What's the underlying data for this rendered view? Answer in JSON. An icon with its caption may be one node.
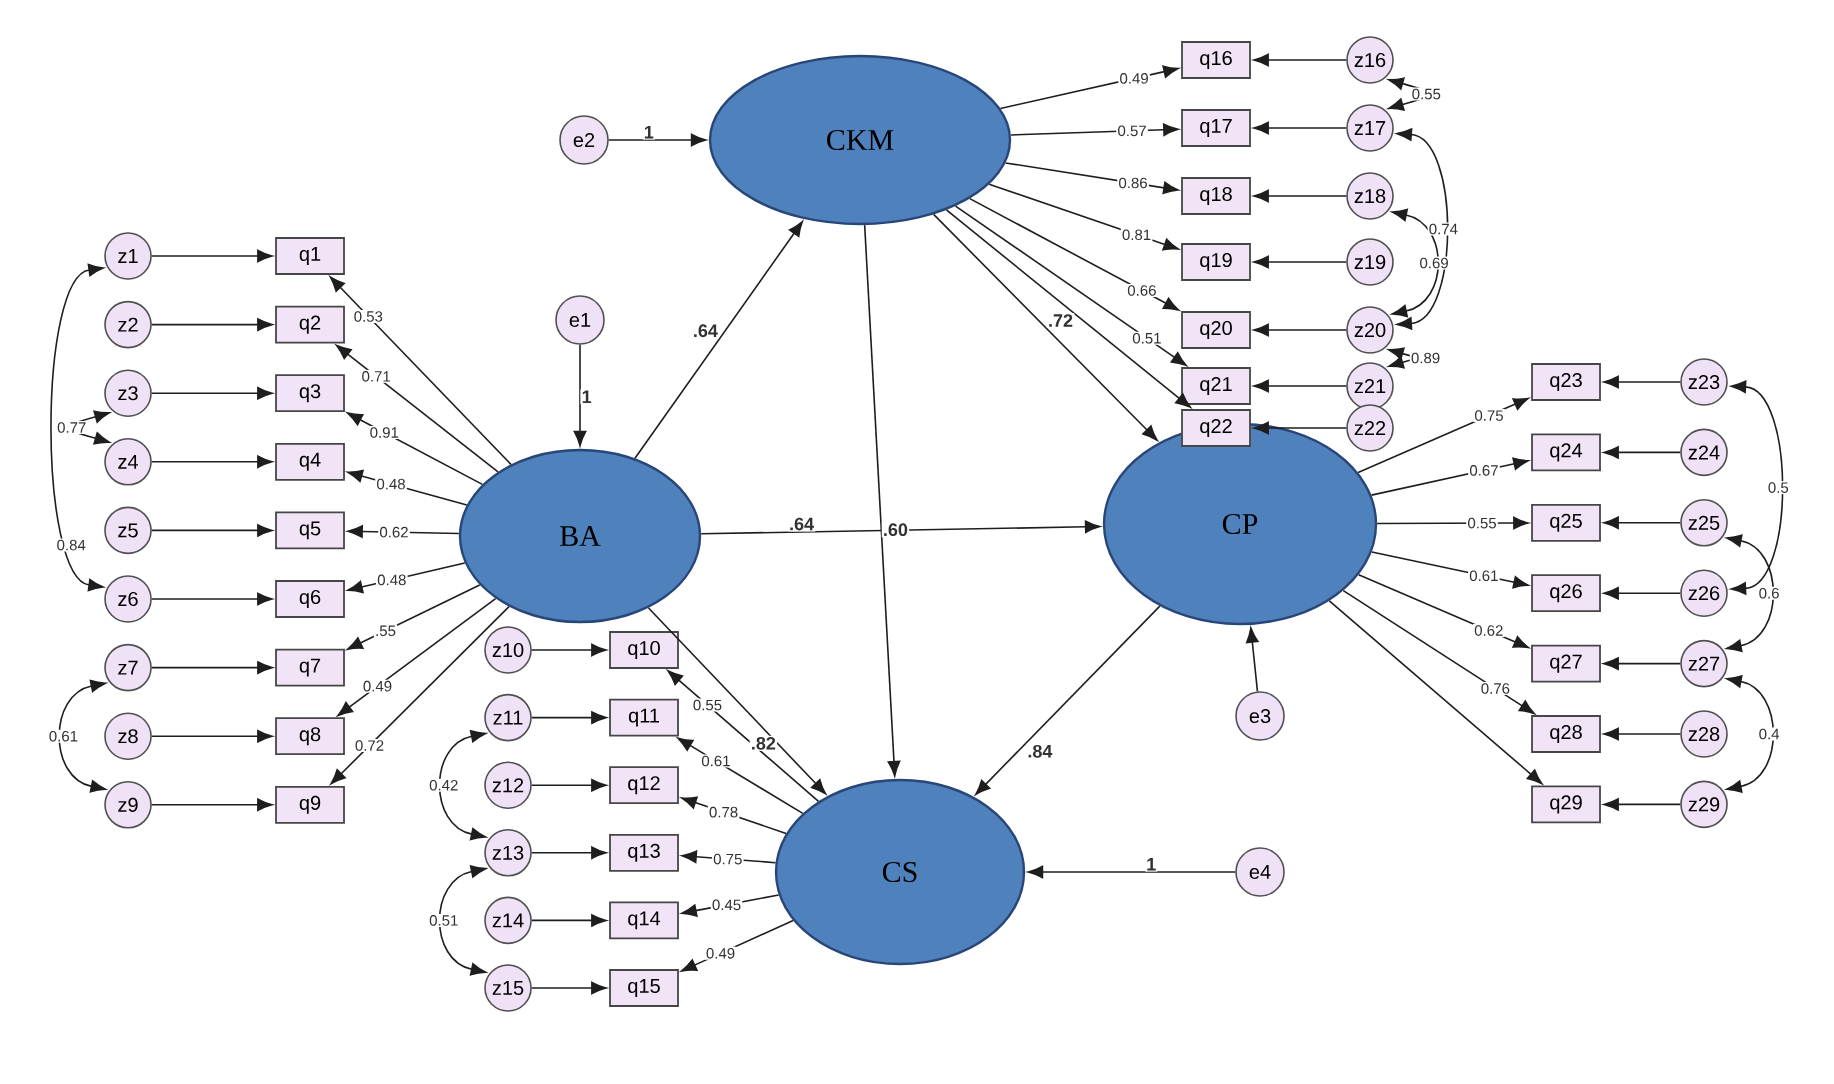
{
  "diagram": {
    "nodes": [
      {
        "text": [
          "CKM"
        ]
      },
      {
        "text": [
          "BA"
        ]
      },
      {
        "text": [
          "CP"
        ]
      },
      {
        "text": [
          "CS"
        ]
      },
      {
        "text": [
          "e1"
        ]
      },
      {
        "text": [
          "e2"
        ]
      },
      {
        "text": [
          "e3"
        ]
      },
      {
        "text": [
          "e4"
        ]
      },
      {
        "text": [
          "q1"
        ]
      },
      {
        "text": [
          "q2"
        ]
      },
      {
        "text": [
          "q3"
        ]
      },
      {
        "text": [
          "q4"
        ]
      },
      {
        "text": [
          "q5"
        ]
      },
      {
        "text": [
          "q6"
        ]
      },
      {
        "text": [
          "q7"
        ]
      },
      {
        "text": [
          "q8"
        ]
      },
      {
        "text": [
          "q9"
        ]
      },
      {
        "text": [
          "z1"
        ]
      },
      {
        "text": [
          "z2"
        ]
      },
      {
        "text": [
          "z3"
        ]
      },
      {
        "text": [
          "z4"
        ]
      },
      {
        "text": [
          "z5"
        ]
      },
      {
        "text": [
          "z6"
        ]
      },
      {
        "text": [
          "z7"
        ]
      },
      {
        "text": [
          "z8"
        ]
      },
      {
        "text": [
          "z9"
        ]
      },
      {
        "text": [
          "q10"
        ]
      },
      {
        "text": [
          "q11"
        ]
      },
      {
        "text": [
          "q12"
        ]
      },
      {
        "text": [
          "q13"
        ]
      },
      {
        "text": [
          "q14"
        ]
      },
      {
        "text": [
          "q15"
        ]
      },
      {
        "text": [
          "z10"
        ]
      },
      {
        "text": [
          "z11"
        ]
      },
      {
        "text": [
          "z12"
        ]
      },
      {
        "text": [
          "z13"
        ]
      },
      {
        "text": [
          "z14"
        ]
      },
      {
        "text": [
          "z15"
        ]
      },
      {
        "text": [
          "q16"
        ]
      },
      {
        "text": [
          "q17"
        ]
      },
      {
        "text": [
          "q18"
        ]
      },
      {
        "text": [
          "q19"
        ]
      },
      {
        "text": [
          "q20"
        ]
      },
      {
        "text": [
          "q21"
        ]
      },
      {
        "text": [
          "q22"
        ]
      },
      {
        "text": [
          "z16"
        ]
      },
      {
        "text": [
          "z17"
        ]
      },
      {
        "text": [
          "z18"
        ]
      },
      {
        "text": [
          "z19"
        ]
      },
      {
        "text": [
          "z20"
        ]
      },
      {
        "text": [
          "z21"
        ]
      },
      {
        "text": [
          "z22"
        ]
      },
      {
        "text": [
          "q23"
        ]
      },
      {
        "text": [
          "q24"
        ]
      },
      {
        "text": [
          "q25"
        ]
      },
      {
        "text": [
          "q26"
        ]
      },
      {
        "text": [
          "q27"
        ]
      },
      {
        "text": [
          "q28"
        ]
      },
      {
        "text": [
          "q29"
        ]
      },
      {
        "text": [
          "z23"
        ]
      },
      {
        "text": [
          "z24"
        ]
      },
      {
        "text": [
          "z25"
        ]
      },
      {
        "text": [
          "z26"
        ]
      },
      {
        "text": [
          "z27"
        ]
      },
      {
        "text": [
          "z28"
        ]
      },
      {
        "text": [
          "z29"
        ]
      }
    ],
    "edges": [
      {
        "from": 1,
        "to": 0,
        "arrow": "to",
        "label": ".64"
      },
      {
        "from": 1,
        "to": 2,
        "arrow": "to",
        "label": ".64"
      },
      {
        "from": 0,
        "to": 2,
        "arrow": "to",
        "label": ".72"
      },
      {
        "from": 0,
        "to": 3,
        "arrow": "to",
        "label": ".60"
      },
      {
        "from": 1,
        "to": 3,
        "arrow": "to",
        "label": ".82"
      },
      {
        "from": 2,
        "to": 3,
        "arrow": "to",
        "label": ".84"
      },
      {
        "from": 5,
        "to": 0,
        "arrow": "to",
        "label": "1"
      },
      {
        "from": 4,
        "to": 1,
        "arrow": "to",
        "label": "1"
      },
      {
        "from": 6,
        "to": 2,
        "arrow": "to"
      },
      {
        "from": 7,
        "to": 3,
        "arrow": "to",
        "label": "1"
      },
      {
        "from": 1,
        "to": 8,
        "arrow": "to",
        "label": "0.53"
      },
      {
        "from": 1,
        "to": 9,
        "arrow": "to",
        "label": "0.71"
      },
      {
        "from": 1,
        "to": 10,
        "arrow": "to",
        "label": "0.91"
      },
      {
        "from": 1,
        "to": 11,
        "arrow": "to",
        "label": "0.48"
      },
      {
        "from": 1,
        "to": 12,
        "arrow": "to",
        "label": "0.62"
      },
      {
        "from": 1,
        "to": 13,
        "arrow": "to",
        "label": "0.48"
      },
      {
        "from": 1,
        "to": 14,
        "arrow": "to",
        "label": ".55"
      },
      {
        "from": 1,
        "to": 15,
        "arrow": "to",
        "label": "0.49"
      },
      {
        "from": 1,
        "to": 16,
        "arrow": "to",
        "label": "0.72"
      },
      {
        "from": 3,
        "to": 26,
        "arrow": "to",
        "label": "0.55"
      },
      {
        "from": 3,
        "to": 27,
        "arrow": "to",
        "label": "0.61"
      },
      {
        "from": 3,
        "to": 28,
        "arrow": "to",
        "label": "0.78"
      },
      {
        "from": 3,
        "to": 29,
        "arrow": "to",
        "label": "0.75"
      },
      {
        "from": 3,
        "to": 30,
        "arrow": "to",
        "label": "0.45"
      },
      {
        "from": 3,
        "to": 31,
        "arrow": "to",
        "label": "0.49"
      },
      {
        "from": 0,
        "to": 38,
        "arrow": "to",
        "label": "0.49"
      },
      {
        "from": 0,
        "to": 39,
        "arrow": "to",
        "label": "0.57"
      },
      {
        "from": 0,
        "to": 40,
        "arrow": "to",
        "label": "0.86"
      },
      {
        "from": 0,
        "to": 41,
        "arrow": "to",
        "label": "0.81"
      },
      {
        "from": 0,
        "to": 42,
        "arrow": "to",
        "label": "0.66"
      },
      {
        "from": 0,
        "to": 43,
        "arrow": "to",
        "label": "0.51"
      },
      {
        "from": 0,
        "to": 44,
        "arrow": "to"
      },
      {
        "from": 2,
        "to": 52,
        "arrow": "to",
        "label": "0.75"
      },
      {
        "from": 2,
        "to": 53,
        "arrow": "to",
        "label": "0.67"
      },
      {
        "from": 2,
        "to": 54,
        "arrow": "to",
        "label": "0.55"
      },
      {
        "from": 2,
        "to": 55,
        "arrow": "to",
        "label": "0.61"
      },
      {
        "from": 2,
        "to": 56,
        "arrow": "to",
        "label": "0.62"
      },
      {
        "from": 2,
        "to": 57,
        "arrow": "to",
        "label": "0.76"
      },
      {
        "from": 2,
        "to": 58,
        "arrow": "to"
      },
      {
        "from": 17,
        "to": 8,
        "arrow": "to"
      },
      {
        "from": 18,
        "to": 9,
        "arrow": "to"
      },
      {
        "from": 19,
        "to": 10,
        "arrow": "to"
      },
      {
        "from": 20,
        "to": 11,
        "arrow": "to"
      },
      {
        "from": 21,
        "to": 12,
        "arrow": "to"
      },
      {
        "from": 22,
        "to": 13,
        "arrow": "to"
      },
      {
        "from": 23,
        "to": 14,
        "arrow": "to"
      },
      {
        "from": 24,
        "to": 15,
        "arrow": "to"
      },
      {
        "from": 25,
        "to": 16,
        "arrow": "to"
      },
      {
        "from": 32,
        "to": 26,
        "arrow": "to"
      },
      {
        "from": 33,
        "to": 27,
        "arrow": "to"
      },
      {
        "from": 34,
        "to": 28,
        "arrow": "to"
      },
      {
        "from": 35,
        "to": 29,
        "arrow": "to"
      },
      {
        "from": 36,
        "to": 30,
        "arrow": "to"
      },
      {
        "from": 37,
        "to": 31,
        "arrow": "to"
      },
      {
        "from": 45,
        "to": 38,
        "arrow": "to"
      },
      {
        "from": 46,
        "to": 39,
        "arrow": "to"
      },
      {
        "from": 47,
        "to": 40,
        "arrow": "to"
      },
      {
        "from": 48,
        "to": 41,
        "arrow": "to"
      },
      {
        "from": 49,
        "to": 42,
        "arrow": "to"
      },
      {
        "from": 50,
        "to": 43,
        "arrow": "to"
      },
      {
        "from": 51,
        "to": 44,
        "arrow": "to"
      },
      {
        "from": 59,
        "to": 52,
        "arrow": "to"
      },
      {
        "from": 60,
        "to": 53,
        "arrow": "to"
      },
      {
        "from": 61,
        "to": 54,
        "arrow": "to"
      },
      {
        "from": 62,
        "to": 55,
        "arrow": "to"
      },
      {
        "from": 63,
        "to": 56,
        "arrow": "to"
      },
      {
        "from": 64,
        "to": 57,
        "arrow": "to"
      },
      {
        "from": 65,
        "to": 58,
        "arrow": "to"
      },
      {
        "from": 17,
        "to": 22,
        "arrow": "both",
        "label": "0.84"
      },
      {
        "from": 19,
        "to": 20,
        "arrow": "both",
        "label": "0.77"
      },
      {
        "from": 23,
        "to": 25,
        "arrow": "both",
        "label": "0.61"
      },
      {
        "from": 33,
        "to": 35,
        "arrow": "both",
        "label": "0.42"
      },
      {
        "from": 35,
        "to": 37,
        "arrow": "both",
        "label": "0.51"
      },
      {
        "from": 45,
        "to": 46,
        "arrow": "both",
        "label": "0.55"
      },
      {
        "from": 47,
        "to": 49,
        "arrow": "both",
        "label": "0.69"
      },
      {
        "from": 46,
        "to": 49,
        "arrow": "both",
        "label": "0.74"
      },
      {
        "from": 49,
        "to": 50,
        "arrow": "both",
        "label": "0.89"
      },
      {
        "from": 59,
        "to": 62,
        "arrow": "both",
        "label": "0.5"
      },
      {
        "from": 61,
        "to": 63,
        "arrow": "both",
        "label": "0.6"
      },
      {
        "from": 63,
        "to": 65,
        "arrow": "both",
        "label": "0.4"
      }
    ]
  }
}
